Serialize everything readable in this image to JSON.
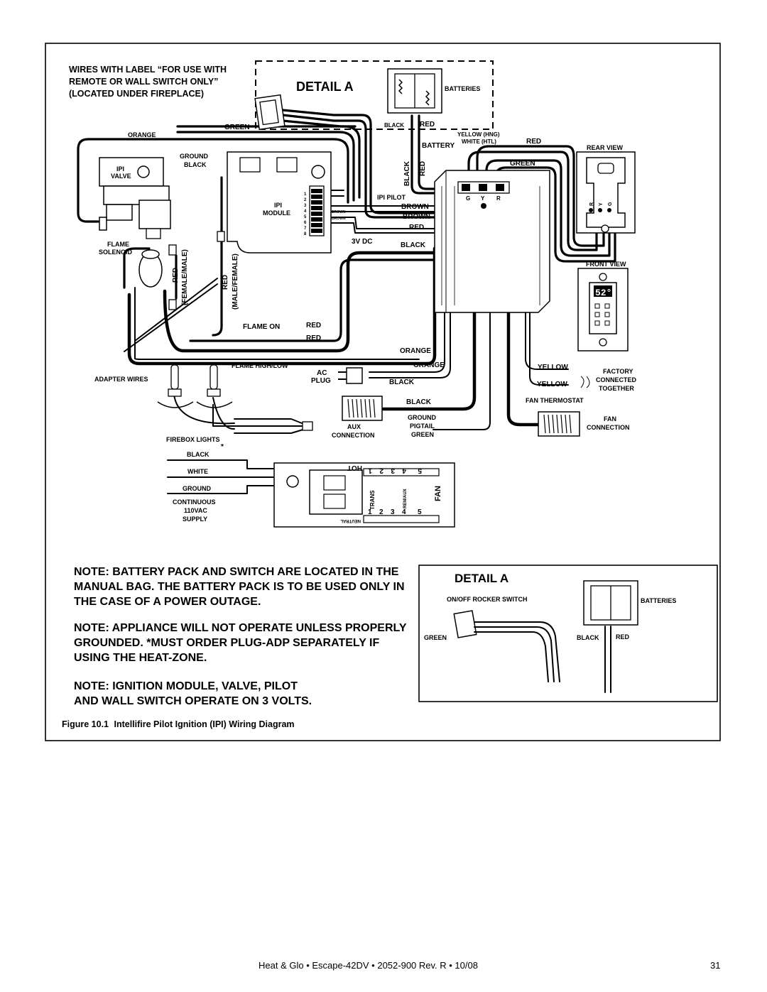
{
  "diagram": {
    "wires_label": [
      "WIRES WITH LABEL “FOR USE WITH",
      "REMOTE OR WALL SWITCH ONLY”",
      "(LOCATED UNDER FIREPLACE)"
    ],
    "detail_a_title": "DETAIL A",
    "labels": {
      "batteries": "BATTERIES",
      "green_top": "GREEN",
      "black_top": "BLACK",
      "red_top": "RED",
      "orange_top": "ORANGE",
      "yellow_hng": "YELLOW (HNG)",
      "white_htl": "WHITE (HTL)",
      "battery": "BATTERY",
      "red_battery": "RED",
      "rear_view": "REAR VIEW",
      "ground": "GROUND",
      "black_ground": "BLACK",
      "ipi_valve_1": "IPI",
      "ipi_valve_2": "VALVE",
      "black_vertical": "BLACK",
      "red_vertical": "RED",
      "green_right": "GREEN",
      "ipi_module_1": "IPI",
      "ipi_module_2": "MODULE",
      "pins": [
        "1",
        "2",
        "3",
        "4",
        "5",
        "6",
        "7",
        "8"
      ],
      "ipi_pilot": "IPI PILOT",
      "brown_1": "BROWN",
      "brown_2": "BROWN",
      "brown_small_1": "BROWN",
      "brown_small_2": "BROWN",
      "red_mid": "RED",
      "dc_3v": "3V DC",
      "black_mid": "BLACK",
      "gyr": [
        "G",
        "Y",
        "R"
      ],
      "ryg": [
        "R",
        "Y",
        "G"
      ],
      "flame_solenoid_1": "FLAME",
      "flame_solenoid_2": "SOLENOID",
      "red_female_1": "RED",
      "red_female_2": "(FEMALE/MALE)",
      "red_male_1": "RED",
      "red_male_2": "(MALE/FEMALE)",
      "front_view": "FRONT VIEW",
      "display": "52°",
      "flame_on": "FLAME ON",
      "red_flame_1": "RED",
      "red_flame_2": "RED",
      "orange_mid": "ORANGE",
      "orange_lower": "ORANGE",
      "flame_high_low": "FLAME HIGH/LOW",
      "ac_plug_1": "AC",
      "ac_plug_2": "PLUG",
      "black_plug": "BLACK",
      "adapter_wires": "ADAPTER WIRES",
      "yellow_1": "YELLOW",
      "yellow_2": "YELLOW",
      "factory_1": "FACTORY",
      "factory_2": "CONNECTED",
      "factory_3": "TOGETHER",
      "fan_thermostat": "FAN THERMOSTAT",
      "black_aux": "BLACK",
      "aux_1": "AUX",
      "aux_2": "CONNECTION",
      "ground_pigtail_1": "GROUND",
      "ground_pigtail_2": "PIGTAIL",
      "ground_pigtail_3": "GREEN",
      "fan_1": "FAN",
      "fan_2": "CONNECTION",
      "firebox_lights": "FIREBOX LIGHTS",
      "asterisk": "*",
      "supply_black": "BLACK",
      "supply_white": "WHITE",
      "supply_ground": "GROUND",
      "supply_1": "CONTINUOUS",
      "supply_2": "110VAC",
      "supply_3": "SUPPLY",
      "hot": "HOT",
      "neutral": "NEUTRAL",
      "trans": "TRANS",
      "rem_aux": "REM/AUX",
      "fan_term": "FAN",
      "terminal_numbers": [
        "1",
        "2",
        "3",
        "4",
        "5"
      ]
    },
    "detail_box": {
      "title": "DETAIL A",
      "rocker_switch": "ON/OFF ROCKER SWITCH",
      "batteries": "BATTERIES",
      "green": "GREEN",
      "black": "BLACK",
      "red": "RED"
    }
  },
  "notes": [
    [
      "NOTE:  BATTERY PACK AND SWITCH ARE LOCATED IN THE",
      "MANUAL BAG.  THE BATTERY PACK IS TO BE USED ONLY IN",
      "THE CASE OF A POWER OUTAGE."
    ],
    [
      "NOTE: APPLIANCE WILL NOT OPERATE UNLESS PROPERLY",
      "GROUNDED.  *MUST ORDER PLUG-ADP SEPARATELY IF",
      "USING THE HEAT-ZONE."
    ],
    [
      "NOTE: IGNITION MODULE, VALVE, PILOT",
      "AND WALL SWITCH OPERATE ON 3 VOLTS."
    ]
  ],
  "caption": {
    "figure": "Figure 10.1",
    "title": "Intellifire Pilot Ignition (IPI) Wiring Diagram"
  },
  "footer": {
    "text": "Heat & Glo  •  Escape-42DV  •  2052-900  Rev. R  •  10/08",
    "page": "31"
  }
}
